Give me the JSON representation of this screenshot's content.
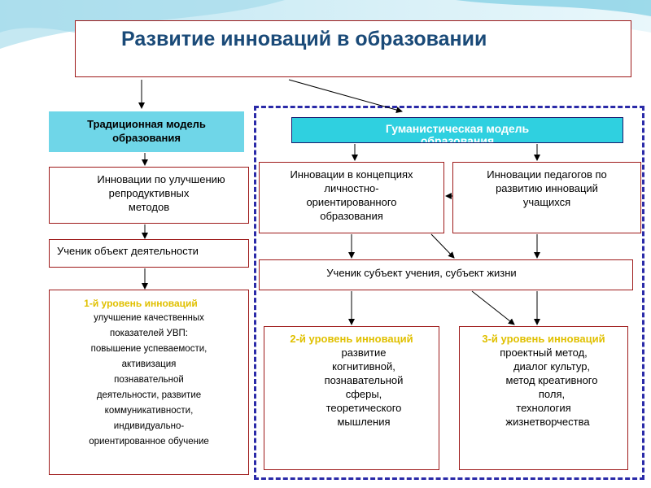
{
  "title": "Развитие инноваций в образовании",
  "traditional": {
    "header": [
      "Традиционная модель",
      "образования"
    ],
    "innovations": [
      "Инновации по улучшению",
      "репродуктивных",
      "методов"
    ],
    "student": "Ученик объект деятельности",
    "level": {
      "label": "1-й уровень инноваций",
      "lines": [
        "улучшение качественных",
        "показателей УВП:",
        "повышение успеваемости,",
        "активизация",
        "познавательной",
        "деятельности, развитие",
        "коммуникативности,",
        "индивидуально-",
        "ориентированное обучение"
      ]
    }
  },
  "humanistic": {
    "header": [
      "Гуманистическая модель",
      "образования"
    ],
    "concepts": [
      "Инновации в концепциях",
      "личностно-",
      "ориентированного",
      "образования"
    ],
    "teachers": [
      "Инновации педагогов по",
      "развитию инноваций",
      "учащихся"
    ],
    "student": "Ученик субъект учения, субъект жизни",
    "level2": {
      "label": "2-й уровень инноваций",
      "lines": [
        "развитие",
        "когнитивной,",
        "познавательной",
        "сферы,",
        "теоретического",
        "мышления"
      ]
    },
    "level3": {
      "label": "3-й уровень инноваций",
      "lines": [
        "проектный метод,",
        "диалог культур,",
        "метод креативного",
        "поля,",
        "технология",
        "жизнетворчества"
      ]
    }
  },
  "colors": {
    "title_text": "#1a4a78",
    "box_border": "#9e1a1a",
    "traditional_header_bg": "#6fd6e8",
    "humanistic_header_bg": "#2fd0e0",
    "level_label": "#e0c000",
    "dashed_frame": "#2a2aa8"
  }
}
